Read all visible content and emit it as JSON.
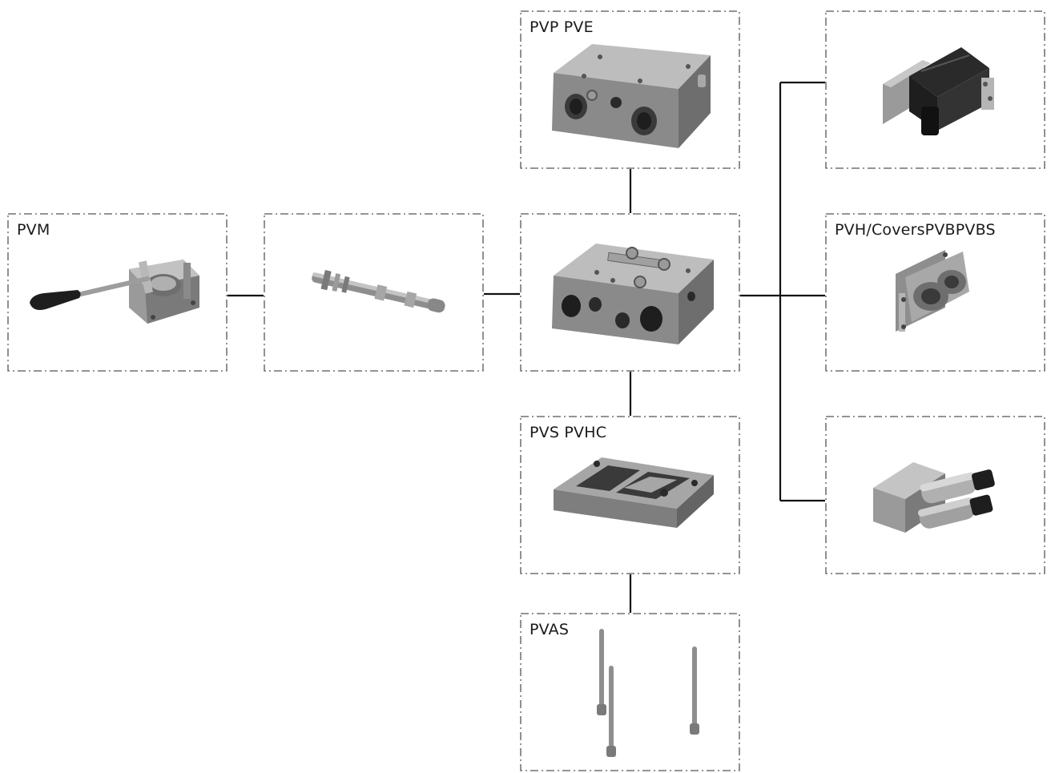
{
  "panels": {
    "pvm": {
      "label": "PVM"
    },
    "spool": {
      "label": ""
    },
    "pvp_pve": {
      "label": "PVP PVE"
    },
    "center": {
      "label": ""
    },
    "pvs_pvhc": {
      "label": "PVS PVHC"
    },
    "pvas": {
      "label": "PVAS"
    },
    "actuator_top": {
      "label": ""
    },
    "pvh_covers": {
      "label": "PVH/CoversPVBPVBS"
    },
    "actuator_bottom": {
      "label": ""
    }
  },
  "colors": {
    "frame_stroke": "#555555",
    "connector": "#111111",
    "metal_light": "#bdbdbd",
    "metal_mid": "#9a9a9a",
    "metal_dark": "#6e6e6e",
    "black_part": "#1e1e1e"
  }
}
